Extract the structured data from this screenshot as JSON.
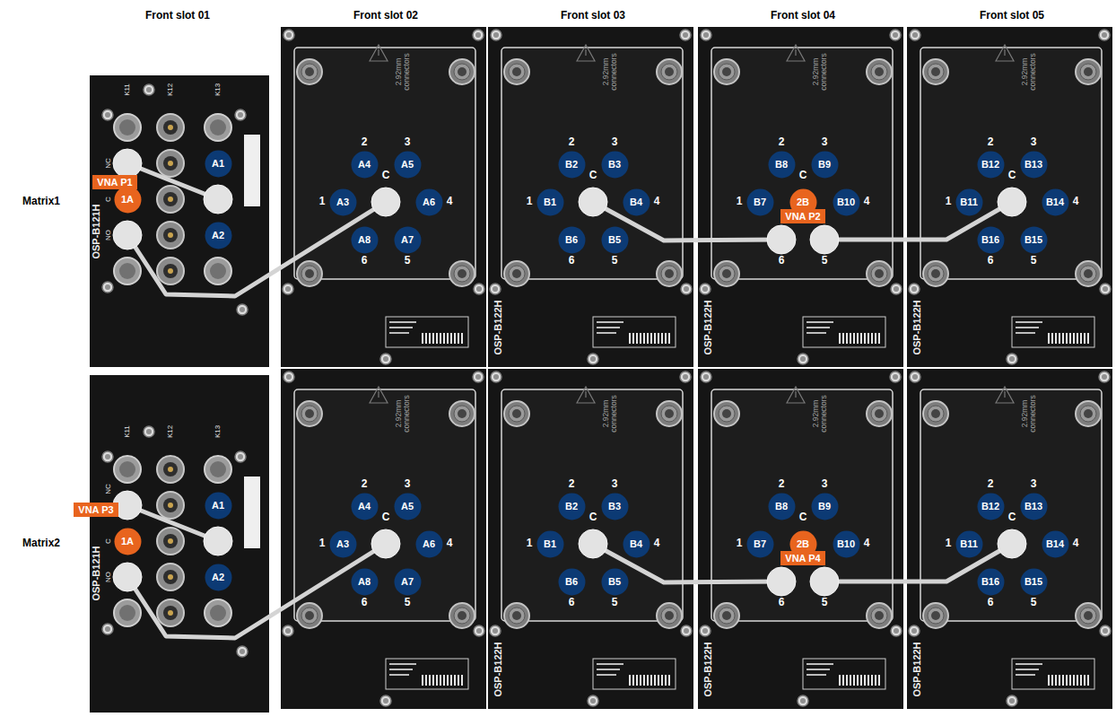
{
  "diagram": {
    "nodes": [
      {
        "text": [
          "VNA P1"
        ]
      },
      {
        "text": [
          "1A"
        ]
      },
      {
        "text": [
          "A1"
        ]
      },
      {
        "text": [
          "A2"
        ]
      },
      {
        "text": [
          "A4"
        ]
      },
      {
        "text": [
          "A5"
        ]
      },
      {
        "text": [
          "A3"
        ]
      },
      {
        "text": [
          "A6"
        ]
      },
      {
        "text": [
          "A8"
        ]
      },
      {
        "text": [
          "A7"
        ]
      },
      {
        "text": [
          "B2"
        ]
      },
      {
        "text": [
          "B3"
        ]
      },
      {
        "text": [
          "B1"
        ]
      },
      {
        "text": [
          "B4"
        ]
      },
      {
        "text": [
          "B6"
        ]
      },
      {
        "text": [
          "B5"
        ]
      },
      {
        "text": [
          "B8"
        ]
      },
      {
        "text": [
          "B9"
        ]
      },
      {
        "text": [
          "B7"
        ]
      },
      {
        "text": [
          "2B"
        ]
      },
      {
        "text": [
          "VNA P2"
        ]
      },
      {
        "text": [
          "B10"
        ]
      },
      {
        "text": [
          "B12"
        ]
      },
      {
        "text": [
          "B13"
        ]
      },
      {
        "text": [
          "B11"
        ]
      },
      {
        "text": [
          "B14"
        ]
      },
      {
        "text": [
          "B16"
        ]
      },
      {
        "text": [
          "B15"
        ]
      },
      {
        "text": [
          "VNA P3"
        ]
      },
      {
        "text": [
          "1A"
        ]
      },
      {
        "text": [
          "A1"
        ]
      },
      {
        "text": [
          "A2"
        ]
      },
      {
        "text": [
          "A4"
        ]
      },
      {
        "text": [
          "A5"
        ]
      },
      {
        "text": [
          "A3"
        ]
      },
      {
        "text": [
          "A6"
        ]
      },
      {
        "text": [
          "A8"
        ]
      },
      {
        "text": [
          "A7"
        ]
      },
      {
        "text": [
          "B2"
        ]
      },
      {
        "text": [
          "B3"
        ]
      },
      {
        "text": [
          "B1"
        ]
      },
      {
        "text": [
          "B4"
        ]
      },
      {
        "text": [
          "B6"
        ]
      },
      {
        "text": [
          "B5"
        ]
      },
      {
        "text": [
          "B8"
        ]
      },
      {
        "text": [
          "B9"
        ]
      },
      {
        "text": [
          "B7"
        ]
      },
      {
        "text": [
          "2B"
        ]
      },
      {
        "text": [
          "VNA P4"
        ]
      },
      {
        "text": [
          "B10"
        ]
      },
      {
        "text": [
          "B12"
        ]
      },
      {
        "text": [
          "B13"
        ]
      },
      {
        "text": [
          "B11"
        ]
      },
      {
        "text": [
          "B14"
        ]
      },
      {
        "text": [
          "B16"
        ]
      },
      {
        "text": [
          "B15"
        ]
      }
    ],
    "labels": [
      "Front slot 01",
      "Front slot 02",
      "Front slot 03",
      "Front slot 04",
      "Front slot 05",
      "Matrix1",
      "Matrix2",
      "K11",
      "K12",
      "K13",
      "NC",
      "C",
      "NO",
      "OSP-B121H",
      "2.92mm connectors",
      "2",
      "C",
      "3",
      "1",
      "4",
      "6",
      "5",
      "2.92mm connectors",
      "2",
      "C",
      "3",
      "1",
      "4",
      "6",
      "5",
      "OSP-B122H",
      "2.92mm connectors",
      "2",
      "C",
      "3",
      "1",
      "4",
      "6",
      "5",
      "OSP-B122H",
      "2.92mm connectors",
      "2",
      "C",
      "3",
      "1",
      "4",
      "6",
      "5",
      "OSP-B122H",
      "K11",
      "K12",
      "K13",
      "NC",
      "C",
      "NO",
      "OSP-B121H",
      "2.92mm connectors",
      "2",
      "C",
      "3",
      "1",
      "4",
      "6",
      "5",
      "2.92mm connectors",
      "2",
      "C",
      "3",
      "1",
      "4",
      "6",
      "5",
      "OSP-B122H",
      "2.92mm connectors",
      "2",
      "C",
      "3",
      "1",
      "4",
      "6",
      "5",
      "OSP-B122H",
      "2.92mm connectors",
      "2",
      "C",
      "3",
      "1",
      "4",
      "6",
      "5",
      "OSP-B122H"
    ]
  }
}
